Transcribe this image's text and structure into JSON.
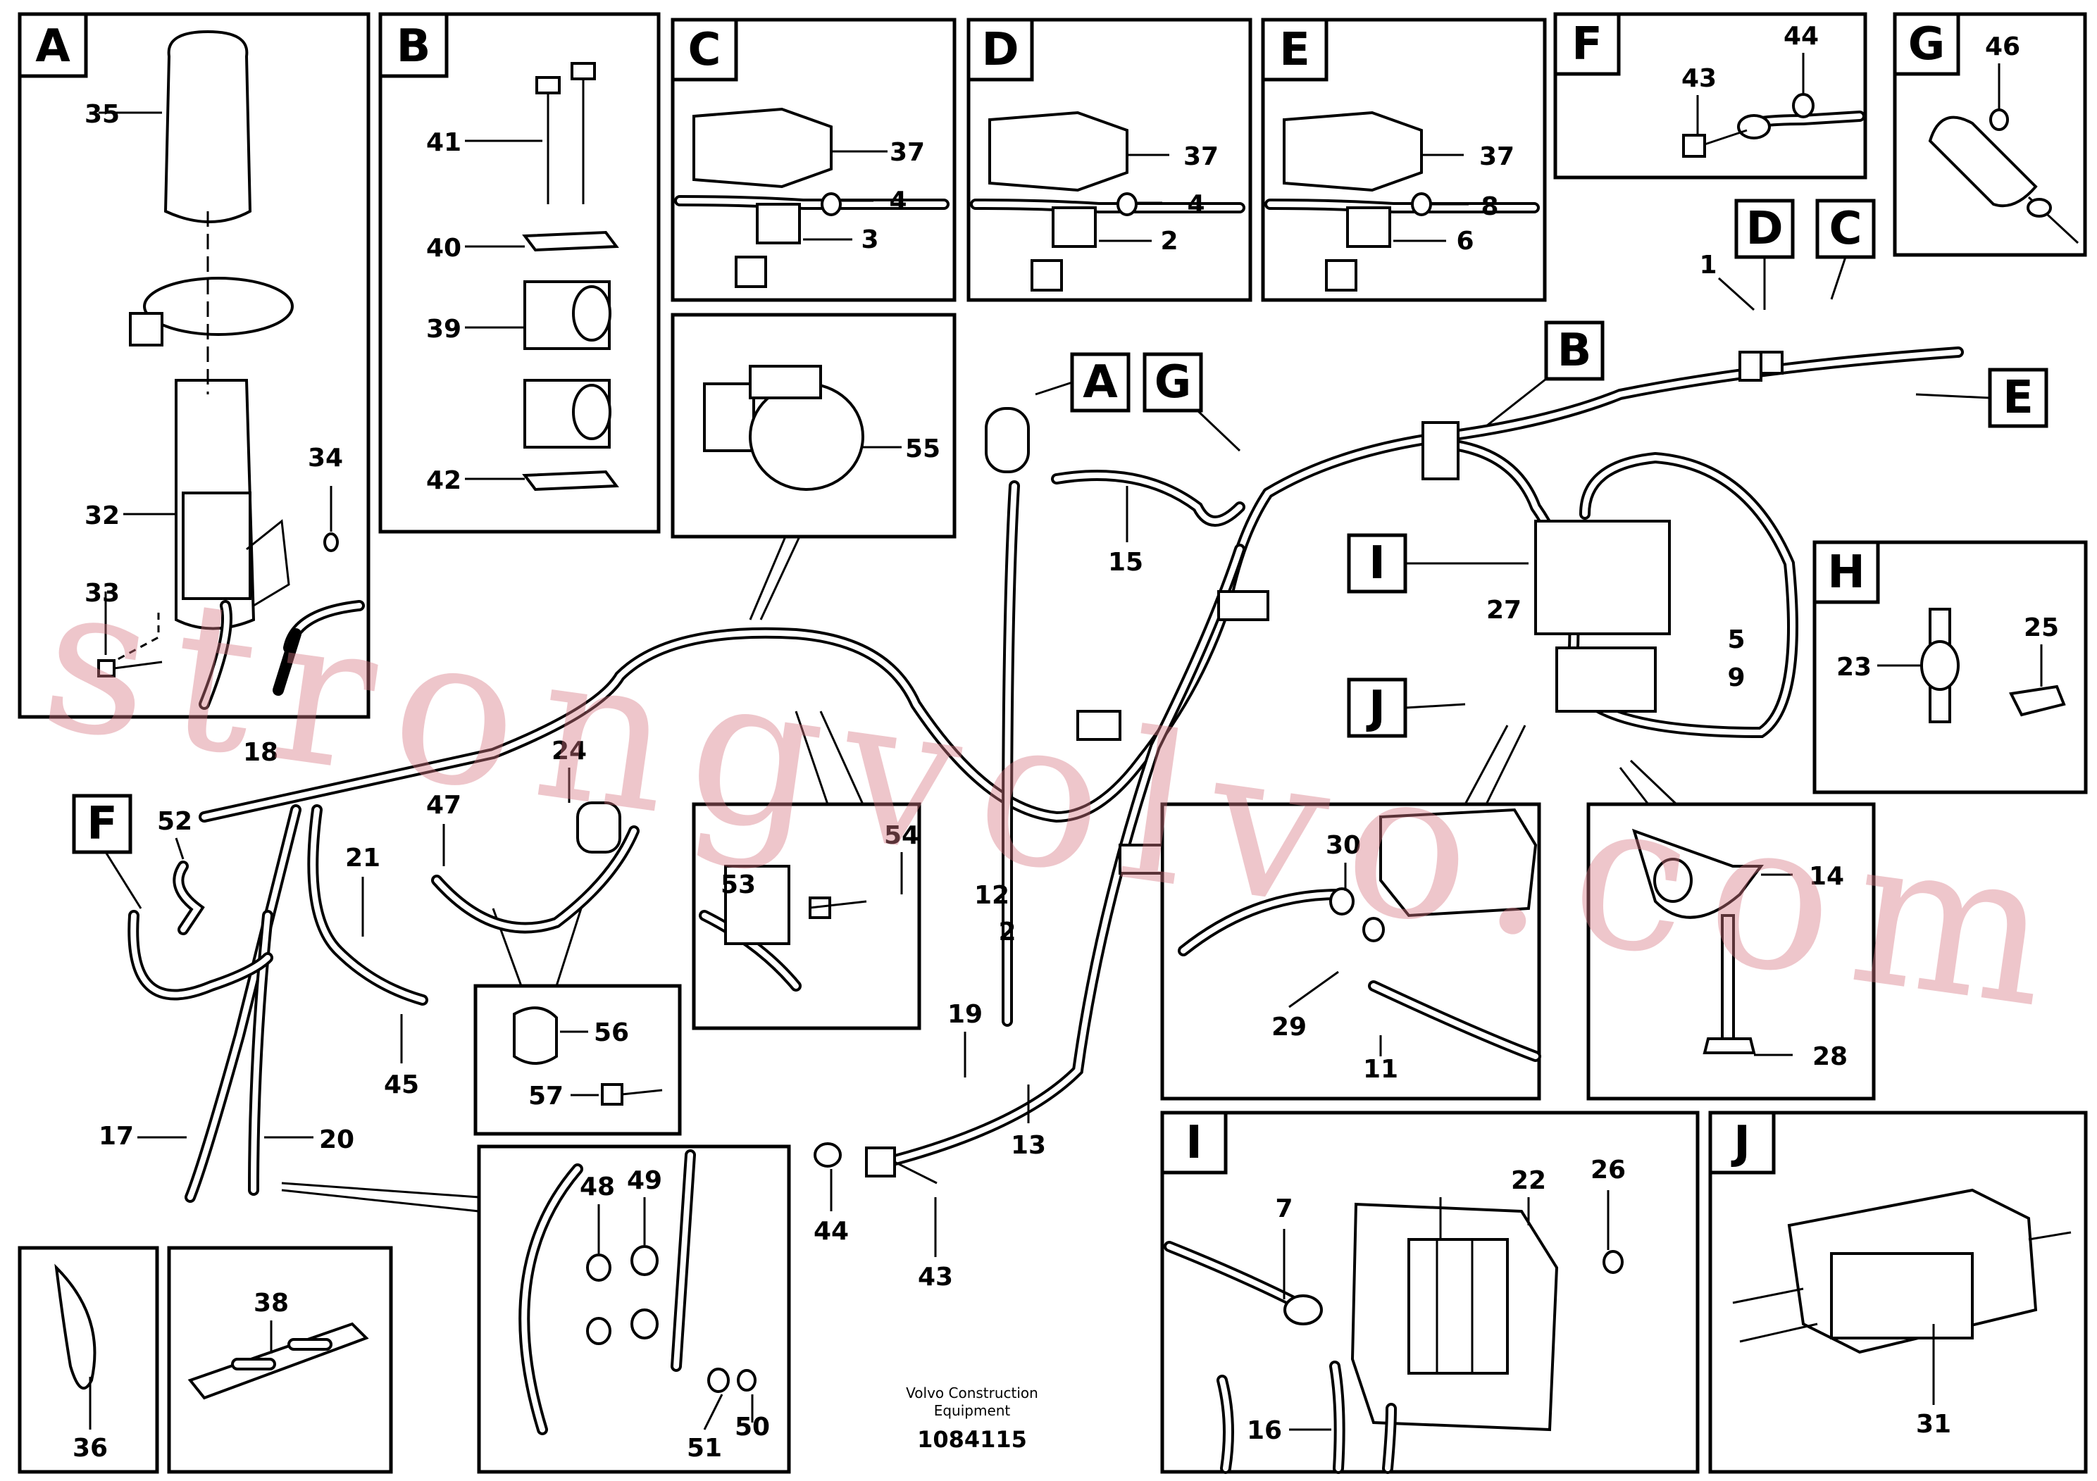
{
  "colors": {
    "line": "#000000",
    "background": "#ffffff",
    "watermark": "#d67882"
  },
  "panels": [
    {
      "tag": "A",
      "numbers": [
        "35",
        "32",
        "34",
        "33"
      ]
    },
    {
      "tag": "B",
      "numbers": [
        "41",
        "40",
        "39",
        "42"
      ]
    },
    {
      "tag": "C",
      "numbers": [
        "37",
        "4",
        "3"
      ]
    },
    {
      "tag": "D",
      "numbers": [
        "37",
        "4",
        "2"
      ]
    },
    {
      "tag": "E",
      "numbers": [
        "37",
        "8",
        "6"
      ]
    },
    {
      "tag": "F",
      "numbers": [
        "43",
        "44"
      ]
    },
    {
      "tag": "G",
      "numbers": [
        "46"
      ]
    },
    {
      "tag": "H",
      "numbers": [
        "23",
        "25"
      ]
    },
    {
      "tag": "I",
      "numbers": [
        "7",
        "22",
        "26",
        "16"
      ]
    },
    {
      "tag": "J",
      "numbers": [
        "31"
      ]
    }
  ],
  "clip_panels": [
    {
      "numbers": [
        "55"
      ]
    },
    {
      "numbers": [
        "54",
        "53"
      ]
    },
    {
      "numbers": [
        "56",
        "57"
      ]
    },
    {
      "numbers": [
        "48",
        "49",
        "51",
        "50"
      ]
    },
    {
      "numbers": [
        "30",
        "29",
        "11"
      ]
    },
    {
      "numbers": [
        "14",
        "28"
      ]
    },
    {
      "numbers": [
        "36"
      ]
    },
    {
      "numbers": [
        "38"
      ]
    }
  ],
  "main_tags": [
    "A",
    "G",
    "B",
    "D",
    "C",
    "E",
    "I",
    "J",
    "F"
  ],
  "main_numbers": [
    "1",
    "15",
    "27",
    "5",
    "9",
    "18",
    "52",
    "24",
    "47",
    "21",
    "45",
    "17",
    "20",
    "12",
    "2",
    "19",
    "13",
    "44",
    "43"
  ],
  "caption": {
    "line1": "Volvo Construction",
    "line2": "Equipment"
  },
  "drawing_number": "1084115",
  "watermark": "strongvolvo.com"
}
